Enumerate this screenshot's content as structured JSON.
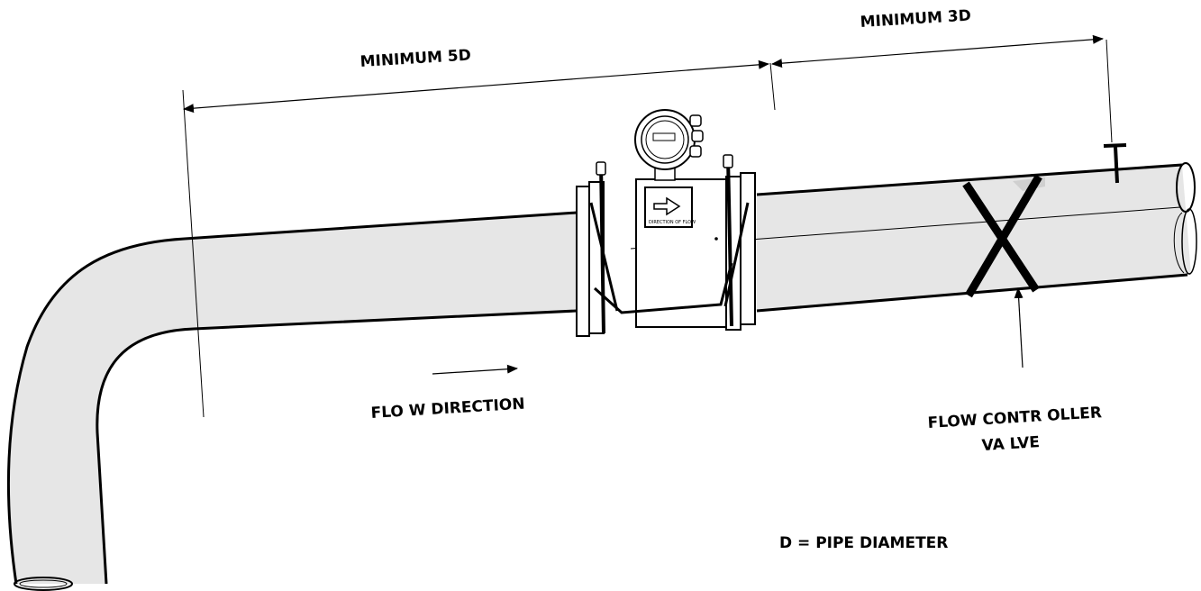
{
  "diagram": {
    "labels": {
      "min_upstream": "MINIMUM 5D",
      "min_downstream": "MINIMUM 3D",
      "flow_direction": "FLO W DIRECTION",
      "valve_line1": "FLOW CONTR OLLER",
      "valve_line2": "VA LVE",
      "legend": "D = PIPE DIAMETER",
      "meter_plate": "DIRECTION OF FLOW"
    },
    "colors": {
      "line": "#000000",
      "pipe_fill": "#e6e6e6",
      "background": "#ffffff"
    },
    "icons": {
      "meter": "electromagnetic-flowmeter-icon",
      "valve": "valve-x-icon",
      "flow_arrow": "arrow-right-icon"
    }
  }
}
